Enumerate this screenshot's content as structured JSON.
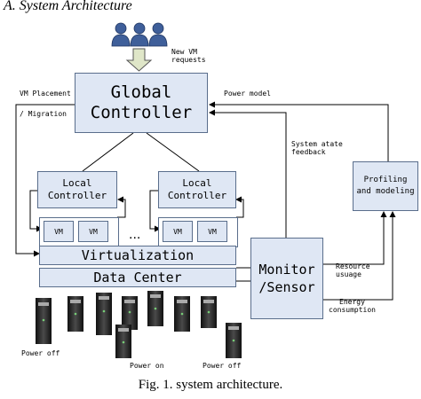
{
  "section_title": "A.    System Architecture",
  "caption": "Fig. 1. system architecture.",
  "nodes": {
    "global": "Global\nController",
    "local_left": "Local\nController",
    "local_right": "Local\nController",
    "vm": "VM",
    "ellipsis": "...",
    "virtualization": "Virtualization",
    "data_center": "Data Center",
    "monitor": "Monitor\n/Sensor",
    "profiling": "Profiling\nand modeling"
  },
  "labels": {
    "new_vm": "New VM\nrequests",
    "vm_placement": "VM Placement",
    "migration": "/ Migration",
    "power_model": "Power model",
    "system_state": "System atate\nfeedback",
    "resource": "Resource\nusuage",
    "energy": "Energy\nconsumption"
  },
  "server_labels": {
    "power_off_left": "Power off",
    "power_on": "Power on",
    "power_off_right": "Power off"
  },
  "colors": {
    "box_fill": "#dfe7f4",
    "box_border": "#5a6e8c",
    "user_icon": "#3f5f9a",
    "arrow_fill": "#dfe6c8"
  }
}
